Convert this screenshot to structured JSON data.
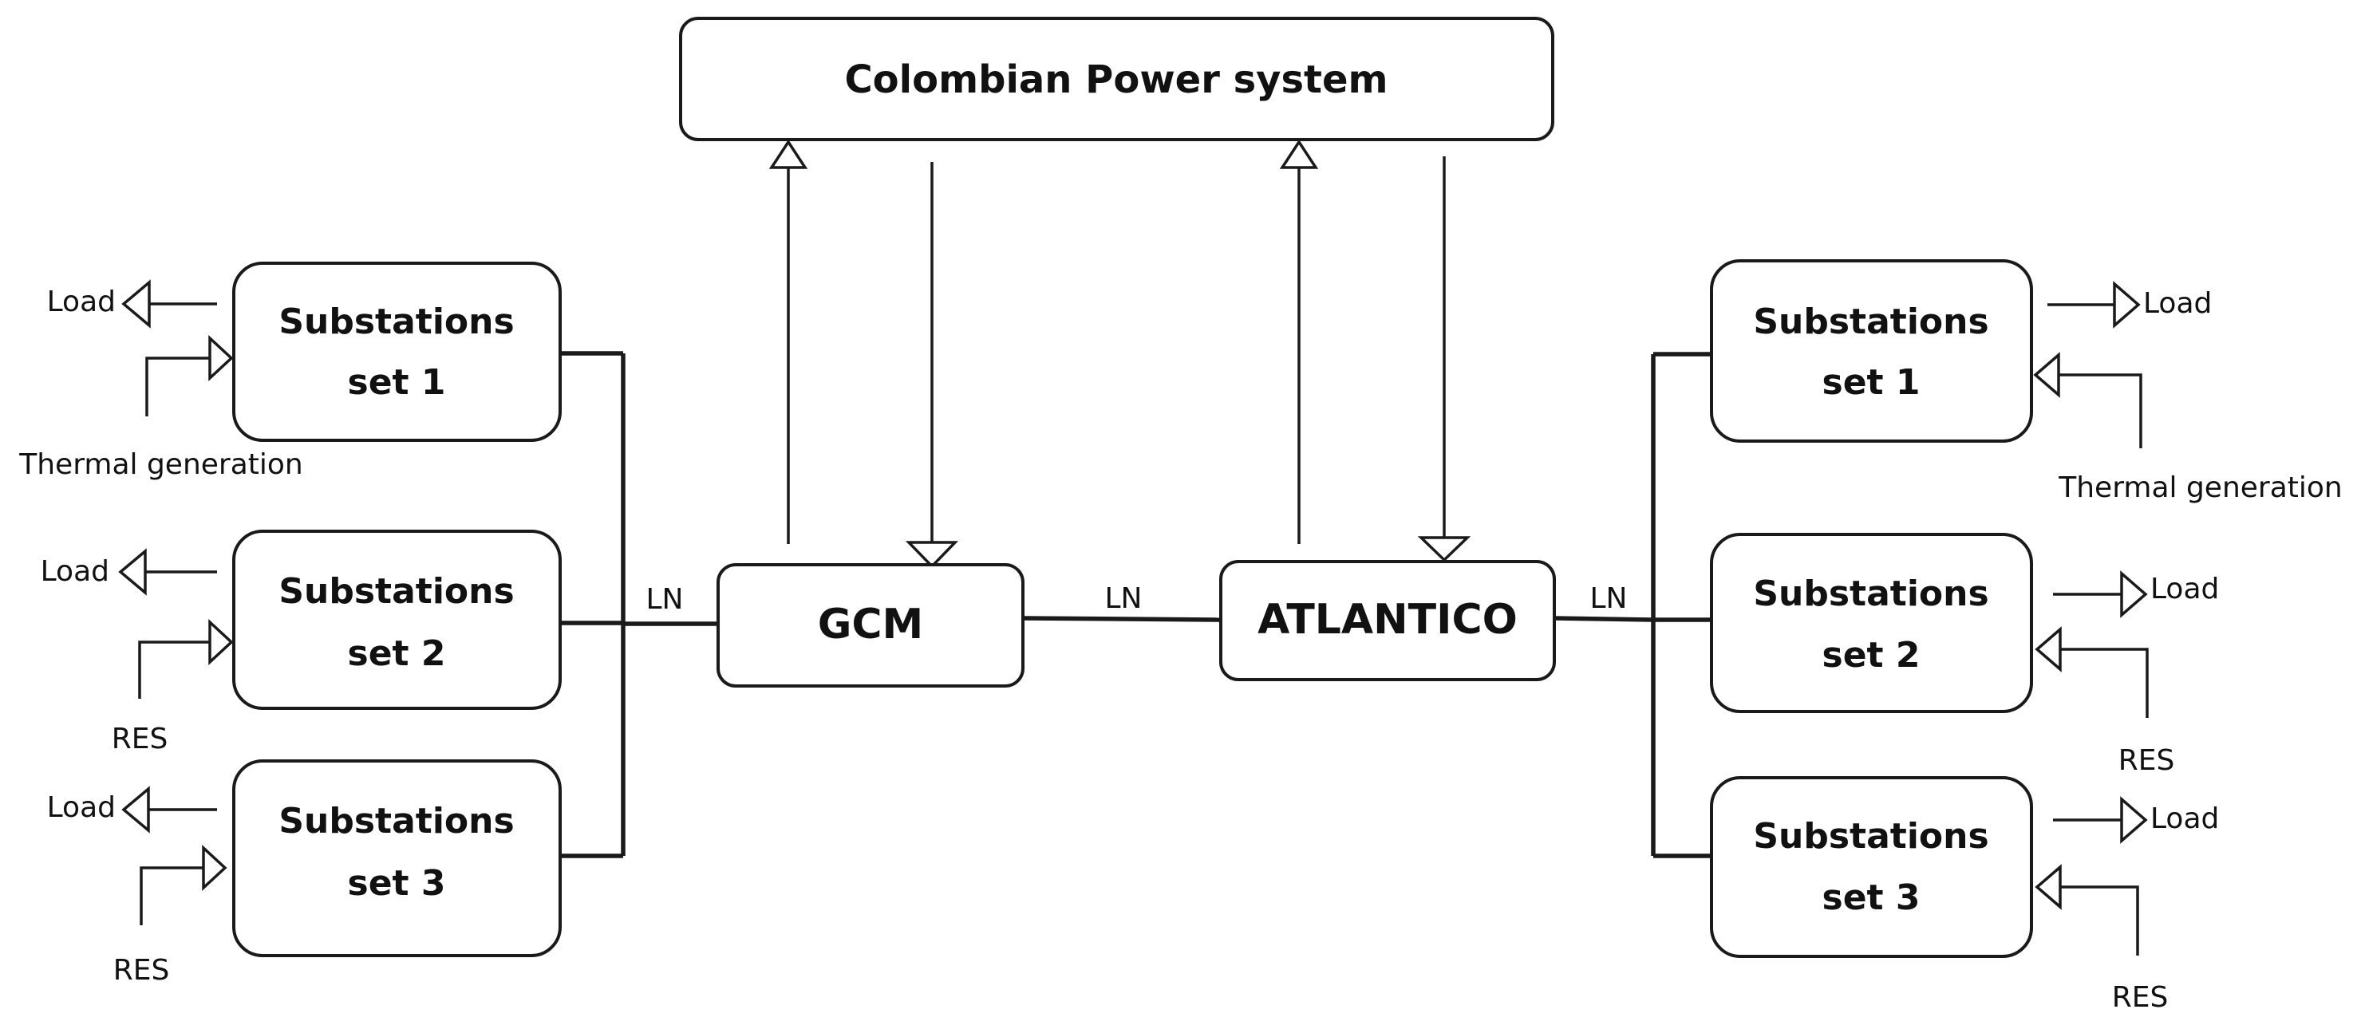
{
  "system": {
    "label": "Colombian Power system"
  },
  "nodes": {
    "gcm": {
      "label": "GCM"
    },
    "atlantico": {
      "label": "ATLANTICO"
    }
  },
  "link_labels": {
    "ln": "LN"
  },
  "left_substations": [
    {
      "line1": "Substations",
      "line2": "set 1",
      "output": "Load",
      "input": "Thermal generation"
    },
    {
      "line1": "Substations",
      "line2": "set 2",
      "output": "Load",
      "input": "RES"
    },
    {
      "line1": "Substations",
      "line2": "set 3",
      "output": "Load",
      "input": "RES"
    }
  ],
  "right_substations": [
    {
      "line1": "Substations",
      "line2": "set 1",
      "output": "Load",
      "input": "Thermal generation"
    },
    {
      "line1": "Substations",
      "line2": "set 2",
      "output": "Load",
      "input": "RES"
    },
    {
      "line1": "Substations",
      "line2": "set 3",
      "output": "Load",
      "input": "RES"
    }
  ]
}
